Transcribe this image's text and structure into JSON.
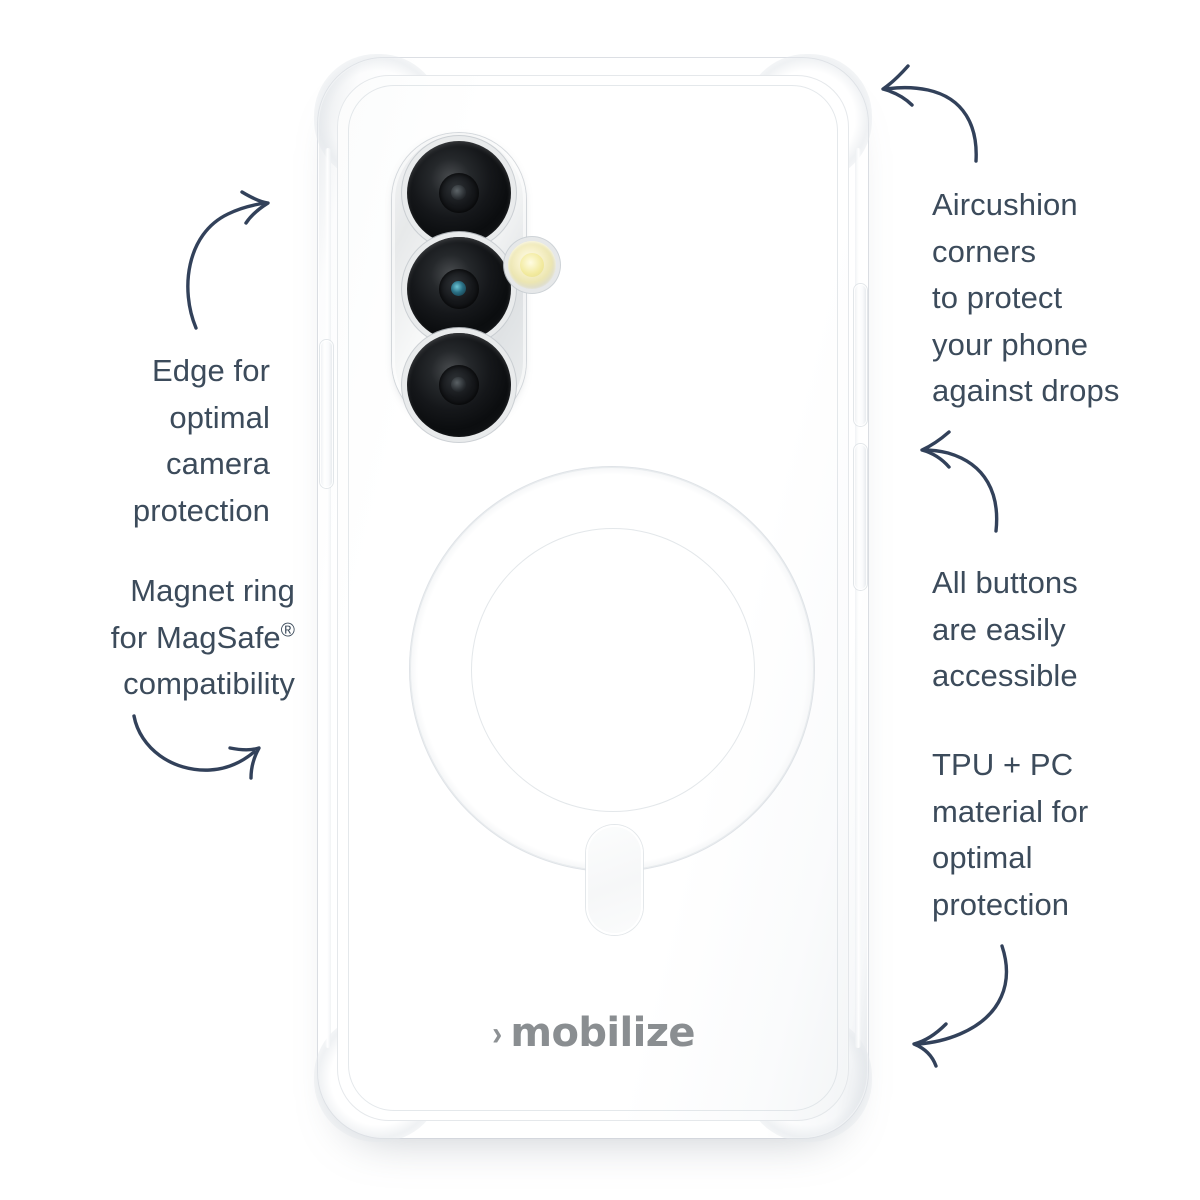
{
  "page": {
    "background_color": "#ffffff",
    "text_color": "#3c4b5b",
    "arrow_color": "#32415a",
    "logo_color": "#8a8e91"
  },
  "brand": {
    "chevron": "›",
    "wordmark": "mobilize"
  },
  "callouts": [
    {
      "id": "edge-camera",
      "side": "left",
      "text": "Edge for\noptimal\ncamera\nprotection"
    },
    {
      "id": "magnet-ring",
      "side": "left",
      "text_before": "Magnet ring\nfor MagSafe",
      "superscript": "®",
      "text_after": "\ncompatibility"
    },
    {
      "id": "aircushion-corners",
      "side": "right",
      "text": "Aircushion\ncorners\nto protect\nyour phone\nagainst drops"
    },
    {
      "id": "buttons-accessible",
      "side": "right",
      "text": "All buttons\nare easily\naccessible"
    },
    {
      "id": "tpu-pc-material",
      "side": "right",
      "text": "TPU + PC\nmaterial for\noptimal\nprotection"
    }
  ],
  "arrows": [
    {
      "id": "arrow-to-camera-edge",
      "points_to": "camera-module-edge",
      "direction": "up-right"
    },
    {
      "id": "arrow-to-magnet-ring",
      "points_to": "magsafe-ring",
      "direction": "up-right"
    },
    {
      "id": "arrow-to-aircushion",
      "points_to": "top-right-corner",
      "direction": "left"
    },
    {
      "id": "arrow-to-side-buttons",
      "points_to": "side-buttons",
      "direction": "up-left"
    },
    {
      "id": "arrow-to-material",
      "points_to": "bottom-right-edge",
      "direction": "down-left"
    }
  ],
  "product": {
    "type": "transparent phone case on phone",
    "camera": {
      "lens_count": 3,
      "flash": "LED flash"
    },
    "features": {
      "magsafe_ring": true,
      "alignment_pill": true,
      "side_buttons": 3
    }
  }
}
